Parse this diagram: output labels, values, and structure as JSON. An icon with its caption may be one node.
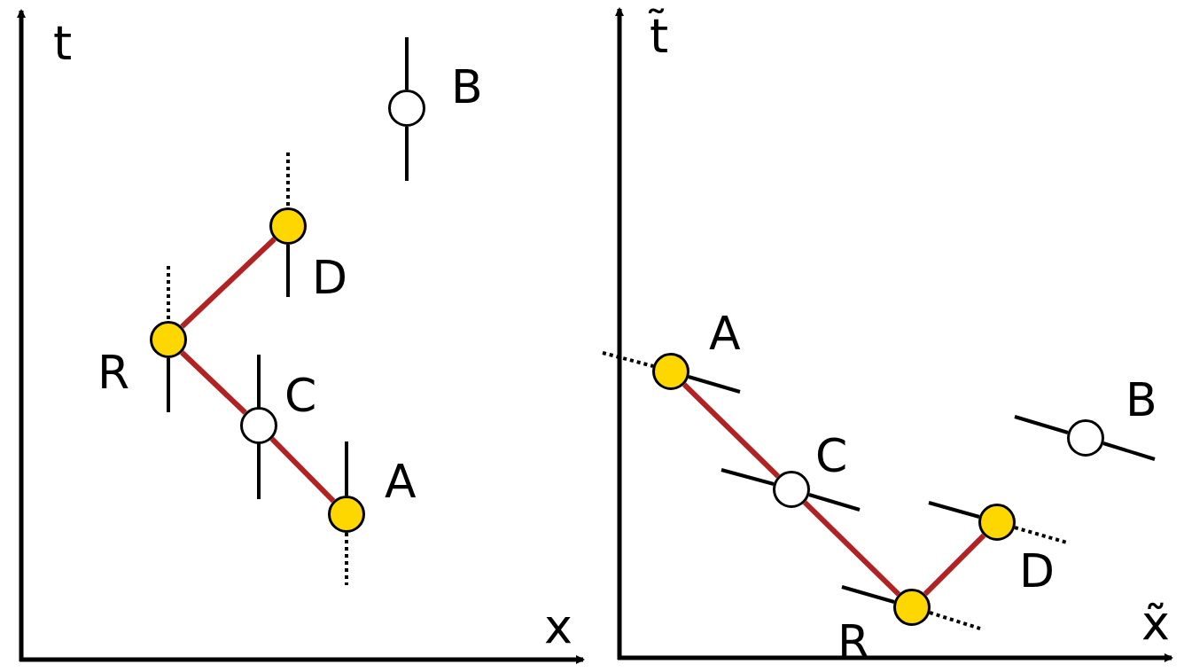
{
  "diagram": {
    "nodes": [
      {
        "text": [],
        "shape": "circle",
        "beside": [
          "B"
        ]
      },
      {
        "text": [],
        "shape": "circle",
        "beside": [
          "D"
        ]
      },
      {
        "text": [],
        "shape": "circle",
        "beside": [
          "R"
        ]
      },
      {
        "text": [],
        "shape": "circle",
        "beside": [
          "C"
        ]
      },
      {
        "text": [],
        "shape": "circle",
        "beside": [
          "A"
        ]
      },
      {
        "text": [],
        "shape": "circle",
        "beside": [
          "A"
        ]
      },
      {
        "text": [],
        "shape": "circle",
        "beside": [
          "B"
        ]
      },
      {
        "text": [],
        "shape": "circle",
        "beside": [
          "C"
        ]
      },
      {
        "text": [],
        "shape": "circle",
        "beside": [
          "D"
        ]
      },
      {
        "text": [],
        "shape": "circle",
        "beside": [
          "R"
        ]
      }
    ],
    "edges": [
      {
        "from": 2,
        "to": 1,
        "arrow": "none"
      },
      {
        "from": 2,
        "to": 3,
        "arrow": "none"
      },
      {
        "from": 3,
        "to": 4,
        "arrow": "none"
      },
      {
        "from": 5,
        "to": 7,
        "arrow": "none"
      },
      {
        "from": 7,
        "to": 9,
        "arrow": "none"
      },
      {
        "from": 9,
        "to": 8,
        "arrow": "none"
      }
    ],
    "labels": [
      "t",
      "x",
      "t̃",
      "x̃"
    ]
  }
}
